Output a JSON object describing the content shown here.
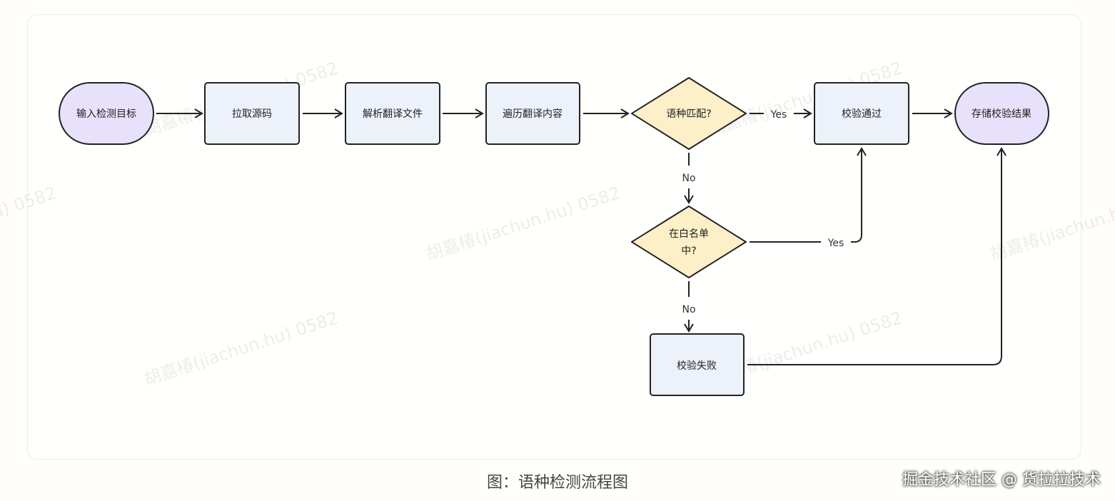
{
  "nodes": {
    "input": "输入检测目标",
    "pull": "拉取源码",
    "parse": "解析翻译文件",
    "traverse": "遍历翻译内容",
    "lang_match": "语种匹配?",
    "pass": "校验通过",
    "store": "存储校验结果",
    "whitelist_line1": "在白名单",
    "whitelist_line2": "中?",
    "fail": "校验失败"
  },
  "edges": {
    "yes_label": "Yes",
    "no_label": "No"
  },
  "caption": "图：语种检测流程图",
  "credit": "掘金技术社区 @ 货拉拉技术",
  "watermark": "胡嘉椿(jiachun.hu) 0582",
  "colors": {
    "terminal_fill": "#e8e1fb",
    "process_fill": "#edf1fa",
    "decision_fill": "#fdf0c8",
    "stroke": "#222222"
  }
}
